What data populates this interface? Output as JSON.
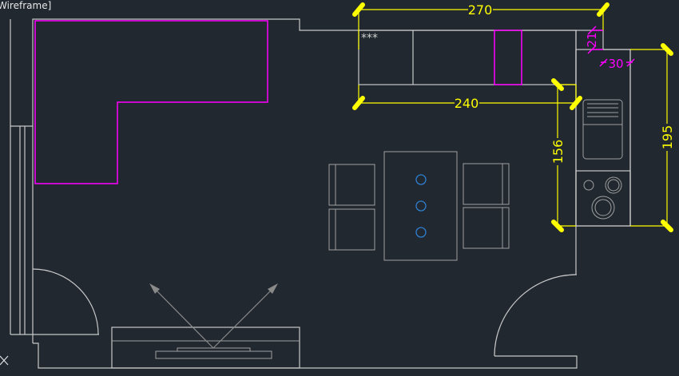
{
  "viewport": {
    "label": "Wireframe]"
  },
  "dimensions": {
    "top_counter_length": "270",
    "bottom_counter_length": "240",
    "side_counter_inner": "156",
    "side_counter_outer": "195",
    "corner_depth": "21",
    "corner_width": "30"
  },
  "counter_marker": "***",
  "colors": {
    "background": "#212830",
    "walls": "#c8c8c8",
    "dimensions": "#ffff00",
    "highlight": "#ff00ff",
    "lights": "#2f7fd0"
  }
}
